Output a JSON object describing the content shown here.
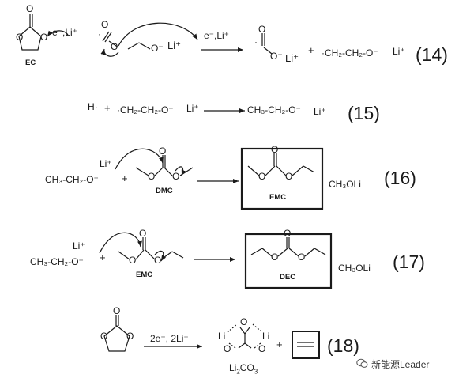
{
  "labels": {
    "ec": "EC",
    "dmc": "DMC",
    "emc_reactant": "EMC",
    "emc_product": "EMC",
    "dec": "DEC",
    "li2co3": "Li2CO3"
  },
  "arrow_labels": {
    "r14_a": "e⁻,Li⁺",
    "r14_b": "e⁻,Li⁺",
    "r18": "2e⁻, 2Li⁺"
  },
  "reaction_numbers": [
    "(14)",
    "(15)",
    "(16)",
    "(17)",
    "(18)"
  ],
  "species": {
    "li_plus": "Li⁺",
    "ethoxyl_radical": "·CH₂-CH₂-O⁻",
    "ethoxyl_anion": "CH₃-CH₂-O⁻",
    "ch3oli": "CH₃OLi",
    "h_radical": "H·"
  },
  "symbols": {
    "plus": "+",
    "radical_dot": "·"
  },
  "watermark": "新能源Leader"
}
